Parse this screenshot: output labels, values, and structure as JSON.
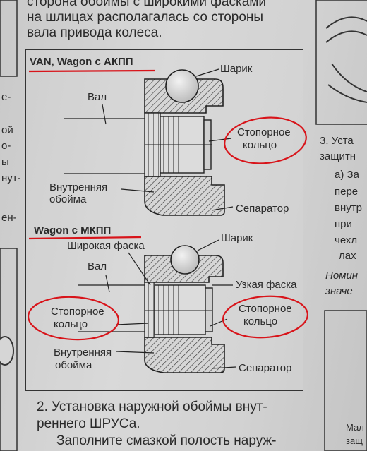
{
  "intro_lines": [
    "сторона обоймы с широкими фасками",
    "на шлицах располагалась со стороны",
    "вала привода колеса."
  ],
  "figure": {
    "top": {
      "heading": "VAN, Wagon с АКПП",
      "labels": {
        "ball": "Шарик",
        "shaft": "Вал",
        "retaining_ring": [
          "Стопорное",
          "кольцо"
        ],
        "inner_race": [
          "Внутренняя",
          "обойма"
        ],
        "separator": "Сепаратор"
      }
    },
    "bottom": {
      "heading": "Wagon с МКПП",
      "labels": {
        "wide_chamfer": "Широкая фаска",
        "ball": "Шарик",
        "shaft": "Вал",
        "narrow_chamfer": "Узкая фаска",
        "retaining_ring_left": [
          "Стопорное",
          "кольцо"
        ],
        "retaining_ring_right": [
          "Стопорное",
          "кольцо"
        ],
        "inner_race": [
          "Внутренняя",
          "обойма"
        ],
        "separator": "Сепаратор"
      }
    }
  },
  "section2_lines": [
    "2. Установка наружной обоймы внут-",
    "реннего ШРУСа.",
    "Заполните смазкой полость наруж-"
  ],
  "left_column_fragments": [
    "е-",
    "ой",
    "о-",
    "ы",
    "нут-",
    "ен-"
  ],
  "right_column": {
    "item3_lines": [
      "3. Уста",
      "защитн"
    ],
    "subitem_lines": [
      "а) За",
      "пере",
      "внутр",
      "при",
      "чехл",
      "лах"
    ],
    "nominal_lines": [
      "Номин",
      "значе"
    ],
    "bottom_lines": [
      "Мал",
      "защ"
    ]
  },
  "colors": {
    "annotation": "#d8141a",
    "ink": "#2a2a2a",
    "hatch": "#3a3a3a"
  }
}
